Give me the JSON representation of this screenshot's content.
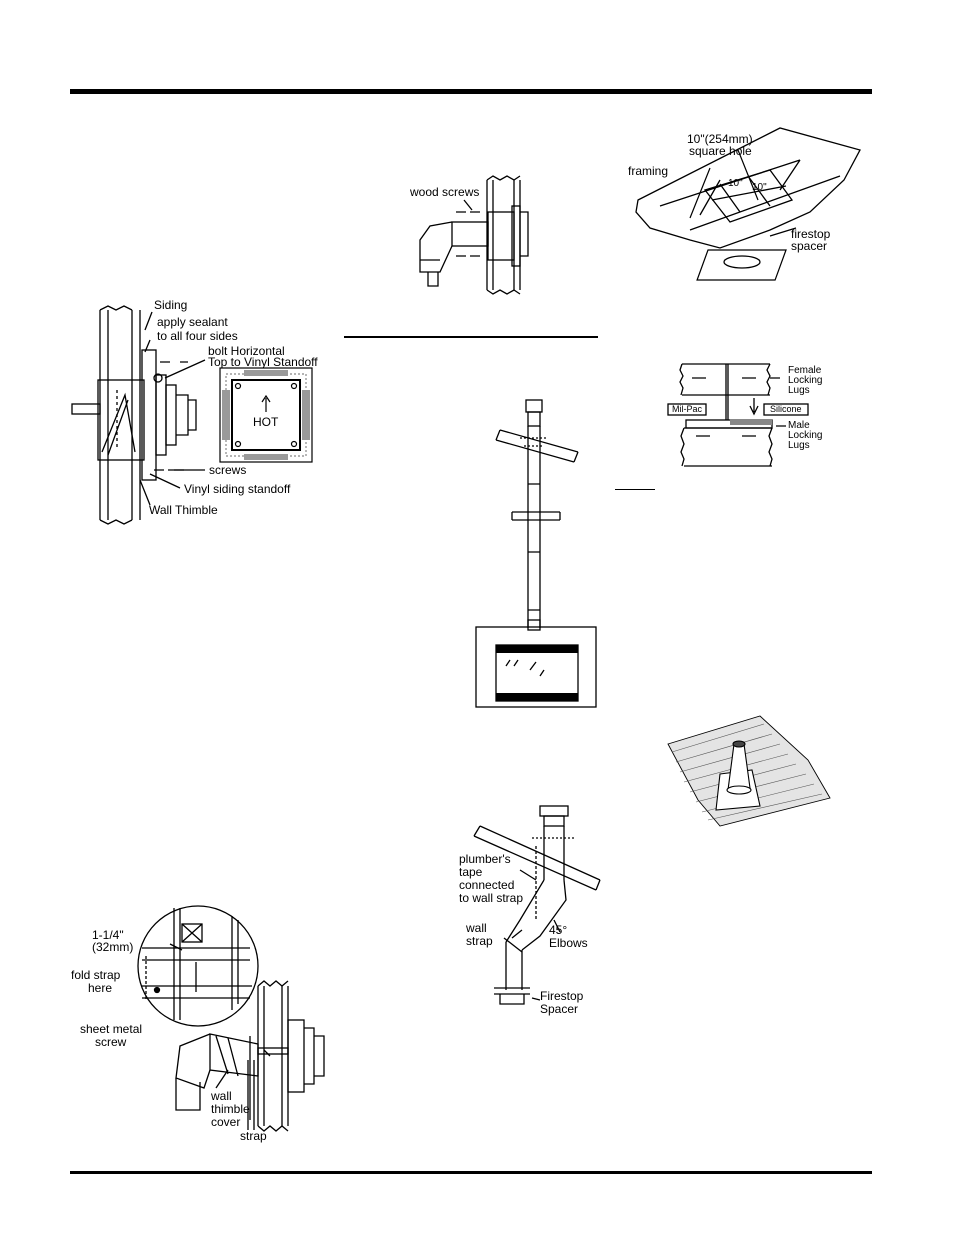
{
  "fig_siding": {
    "siding": "Siding",
    "apply_sealant": [
      "apply sealant",
      "to all four sides"
    ],
    "bolt": [
      "bolt Horizontal",
      "Top to Vinyl Standoff"
    ],
    "hot": "HOT",
    "screws": "screws",
    "vinyl_standoff": "Vinyl siding standoff",
    "wall_thimble": "Wall Thimble"
  },
  "fig_wood": {
    "wood_screws": "wood screws"
  },
  "fig_firestop": {
    "hole": [
      "10\"(254mm)",
      "square hole"
    ],
    "framing": "framing",
    "firestop_spacer": [
      "firestop",
      "spacer"
    ],
    "dim_a": "10\"",
    "dim_b": "10\""
  },
  "fig_lugs": {
    "female": [
      "Female",
      "Locking",
      "Lugs"
    ],
    "mil_pac": "Mil-Pac",
    "silicone": "Silicone",
    "male": [
      "Male",
      "Locking",
      "Lugs"
    ]
  },
  "fig_strap": {
    "dim": [
      "1-1/4\"",
      "(32mm)"
    ],
    "fold": [
      "fold strap",
      "here"
    ],
    "sheet_metal": [
      "sheet metal",
      "screw"
    ],
    "wall_thimble_cover": [
      "wall",
      "thimble",
      "cover"
    ],
    "strap": "strap"
  },
  "fig_elbows": {
    "plumbers_tape": [
      "plumber's",
      "tape",
      "connected",
      "to wall strap"
    ],
    "wall_strap": [
      "wall",
      "strap"
    ],
    "elbows": [
      "45°",
      "Elbows"
    ],
    "firestop_spacer": [
      "Firestop",
      "Spacer"
    ]
  }
}
